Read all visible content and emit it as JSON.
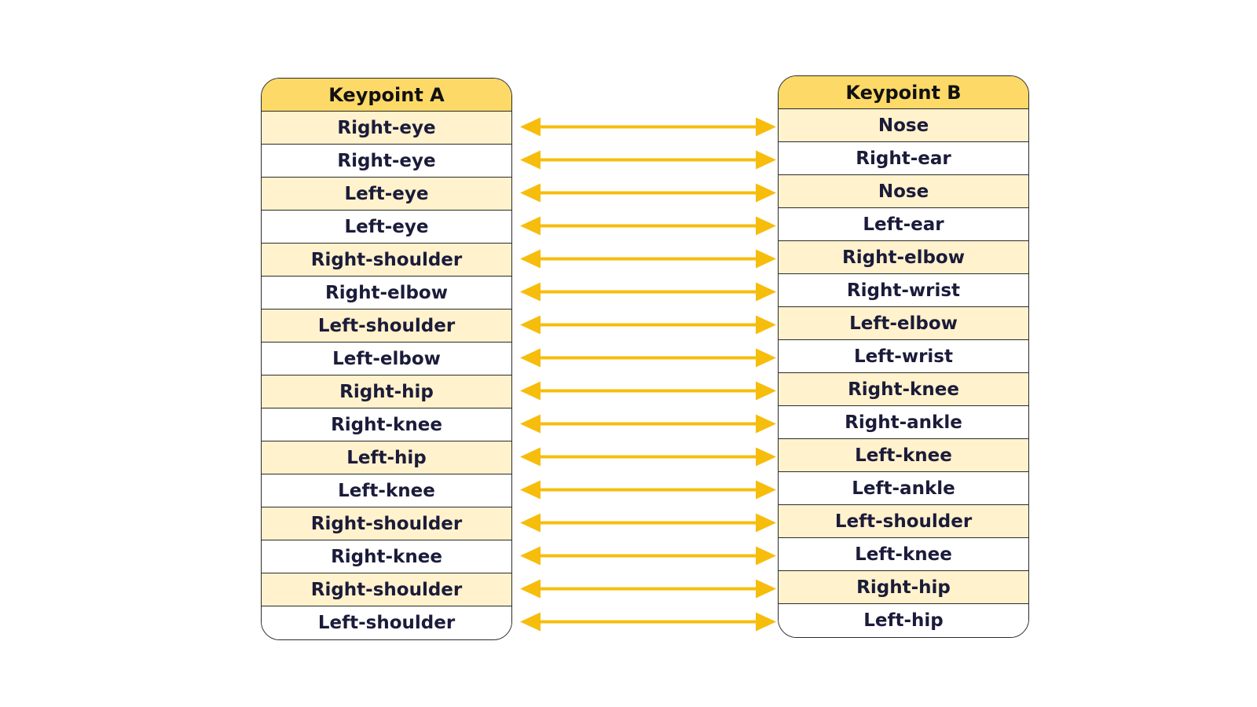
{
  "colors": {
    "header_fill": "#fdd967",
    "band_fill": "#fff2cc",
    "plain_fill": "#ffffff",
    "arrow": "#f7bd0c",
    "text": "#1b1b3a",
    "border": "#2a2a2a"
  },
  "keypoint_a": {
    "header": "Keypoint A",
    "items": [
      "Right-eye",
      "Right-eye",
      "Left-eye",
      "Left-eye",
      "Right-shoulder",
      "Right-elbow",
      "Left-shoulder",
      "Left-elbow",
      "Right-hip",
      "Right-knee",
      "Left-hip",
      "Left-knee",
      "Right-shoulder",
      "Right-knee",
      "Right-shoulder",
      "Left-shoulder"
    ]
  },
  "keypoint_b": {
    "header": "Keypoint B",
    "items": [
      "Nose",
      "Right-ear",
      "Nose",
      "Left-ear",
      "Right-elbow",
      "Right-wrist",
      "Left-elbow",
      "Left-wrist",
      "Right-knee",
      "Right-ankle",
      "Left-knee",
      "Left-ankle",
      "Left-shoulder",
      "Left-knee",
      "Right-hip",
      "Left-hip"
    ]
  },
  "connections": "bidirectional"
}
